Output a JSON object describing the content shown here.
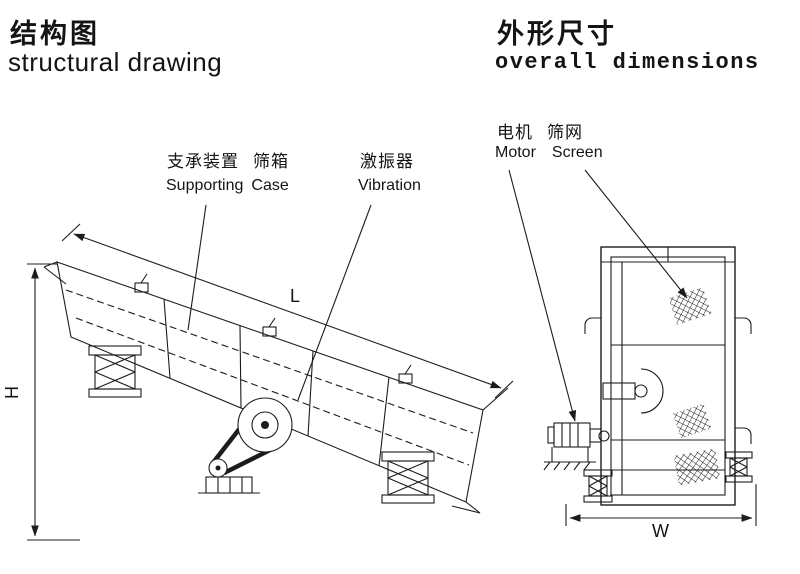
{
  "structural": {
    "title_zh": "结构图",
    "title_en": "structural drawing",
    "label_supporting_zh": "支承装置",
    "label_case_zh": "筛箱",
    "label_supporting_en": "Supporting",
    "label_case_en": "Case",
    "label_vibration_zh": "激振器",
    "label_vibration_en": "Vibration",
    "dim_length": "L",
    "dim_height": "H"
  },
  "overall": {
    "title_zh": "外形尺寸",
    "title_en": "overall dimensions",
    "label_motor_zh": "电机",
    "label_screen_zh": "筛网",
    "label_motor_en": "Motor",
    "label_screen_en": "Screen",
    "dim_width": "W"
  },
  "colors": {
    "line": "#1c1c1c",
    "background": "#ffffff"
  }
}
